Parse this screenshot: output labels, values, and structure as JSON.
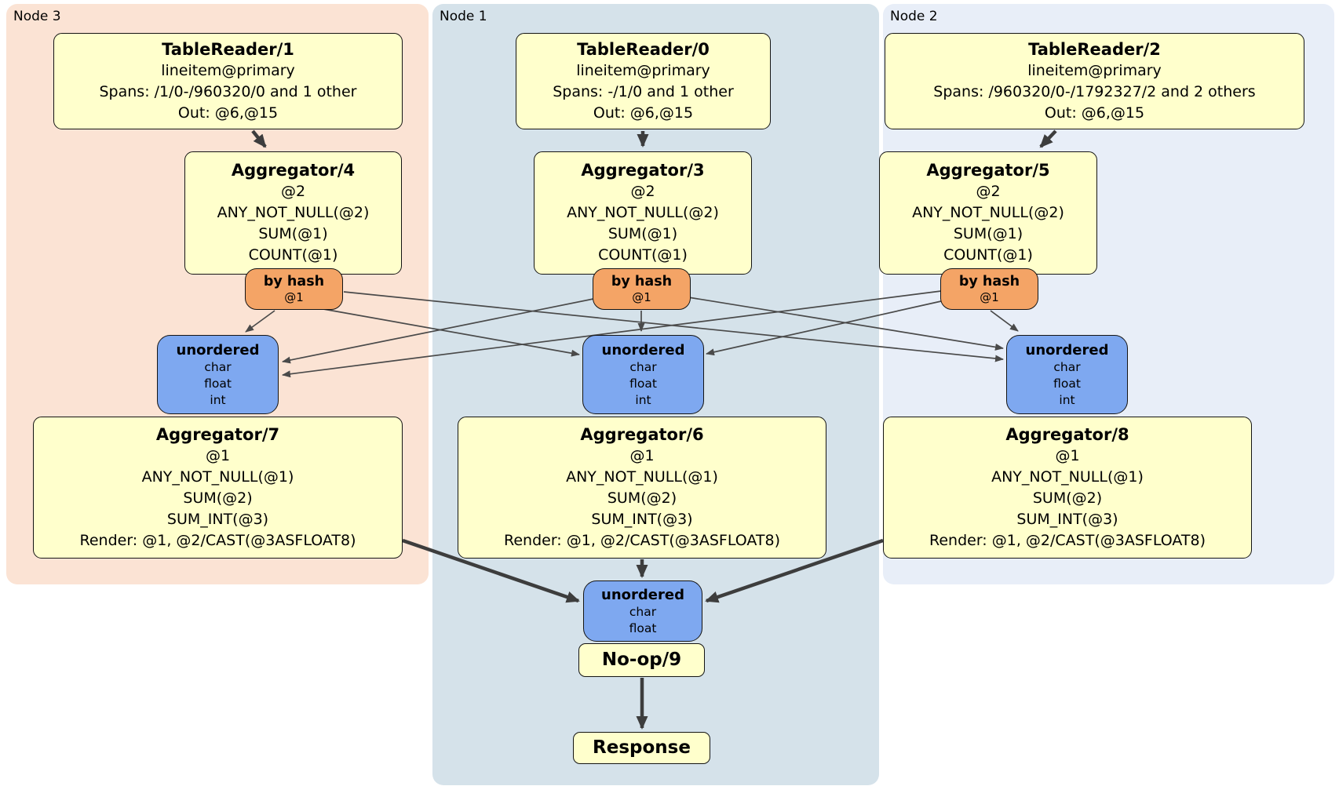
{
  "panels": {
    "node3": {
      "label": "Node 3"
    },
    "node1": {
      "label": "Node 1"
    },
    "node2": {
      "label": "Node 2"
    }
  },
  "nodes": {
    "tr1": {
      "title": "TableReader/1",
      "lines": [
        "lineitem@primary",
        "Spans: /1/0-/960320/0 and 1 other",
        "Out: @6,@15"
      ]
    },
    "tr0": {
      "title": "TableReader/0",
      "lines": [
        "lineitem@primary",
        "Spans: -/1/0 and 1 other",
        "Out: @6,@15"
      ]
    },
    "tr2": {
      "title": "TableReader/2",
      "lines": [
        "lineitem@primary",
        "Spans: /960320/0-/1792327/2 and 2 others",
        "Out: @6,@15"
      ]
    },
    "agg4": {
      "title": "Aggregator/4",
      "lines": [
        "@2",
        "ANY_NOT_NULL(@2)",
        "SUM(@1)",
        "COUNT(@1)"
      ]
    },
    "agg3": {
      "title": "Aggregator/3",
      "lines": [
        "@2",
        "ANY_NOT_NULL(@2)",
        "SUM(@1)",
        "COUNT(@1)"
      ]
    },
    "agg5": {
      "title": "Aggregator/5",
      "lines": [
        "@2",
        "ANY_NOT_NULL(@2)",
        "SUM(@1)",
        "COUNT(@1)"
      ]
    },
    "agg7": {
      "title": "Aggregator/7",
      "lines": [
        "@1",
        "ANY_NOT_NULL(@1)",
        "SUM(@2)",
        "SUM_INT(@3)",
        "Render: @1, @2/CAST(@3ASFLOAT8)"
      ]
    },
    "agg6": {
      "title": "Aggregator/6",
      "lines": [
        "@1",
        "ANY_NOT_NULL(@1)",
        "SUM(@2)",
        "SUM_INT(@3)",
        "Render: @1, @2/CAST(@3ASFLOAT8)"
      ]
    },
    "agg8": {
      "title": "Aggregator/8",
      "lines": [
        "@1",
        "ANY_NOT_NULL(@1)",
        "SUM(@2)",
        "SUM_INT(@3)",
        "Render: @1, @2/CAST(@3ASFLOAT8)"
      ]
    },
    "noop9": {
      "title": "No-op/9"
    },
    "response": {
      "title": "Response"
    }
  },
  "routers": {
    "hash_n3": {
      "title": "by hash",
      "lines": [
        "@1"
      ]
    },
    "hash_n1": {
      "title": "by hash",
      "lines": [
        "@1"
      ]
    },
    "hash_n2": {
      "title": "by hash",
      "lines": [
        "@1"
      ]
    }
  },
  "syncs": {
    "un_n3": {
      "title": "unordered",
      "lines": [
        "char",
        "float",
        "int"
      ]
    },
    "un_n1": {
      "title": "unordered",
      "lines": [
        "char",
        "float",
        "int"
      ]
    },
    "un_n2": {
      "title": "unordered",
      "lines": [
        "char",
        "float",
        "int"
      ]
    },
    "un_final": {
      "title": "unordered",
      "lines": [
        "char",
        "float"
      ]
    }
  },
  "colors": {
    "processor_fill": "#ffffcc",
    "router_fill": "#f4a466",
    "sync_fill": "#7ea8f0",
    "panel_node3": "#fbe3d4",
    "panel_node1": "#d5e2ea",
    "panel_node2": "#e8eef8",
    "edge": "#3d3d3d"
  }
}
